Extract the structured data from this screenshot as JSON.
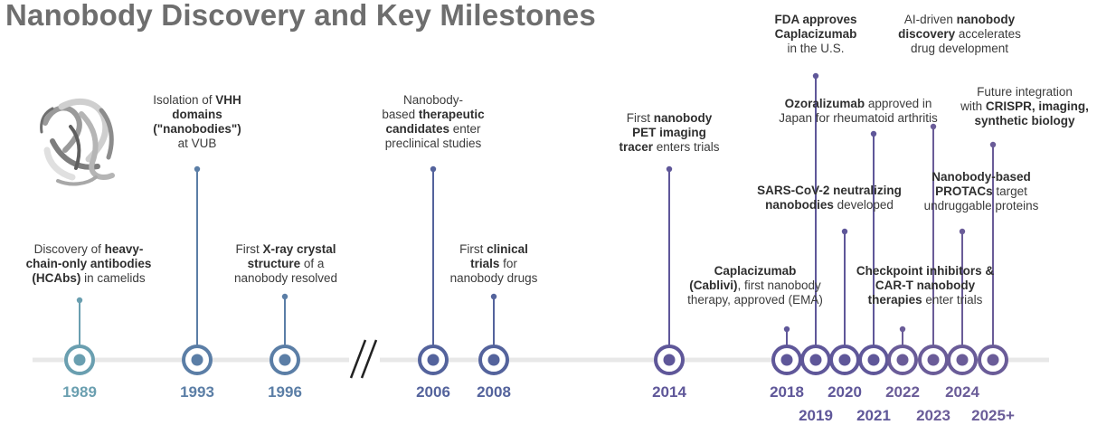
{
  "title": "Nanobody Discovery and Key Milestones",
  "colors": {
    "axis": "#e8e8e8",
    "teal": "#6a9fb0",
    "blue": "#5b7ea6",
    "indigo": "#54639c",
    "purple": "#5f5799",
    "violet": "#6a5c98",
    "title": "#6e6e6e"
  },
  "icons": [
    "nanobody-structure-illustration",
    "timeline-break-icon"
  ],
  "milestones": [
    {
      "year": "1989",
      "parts": [
        [
          "Discovery of ",
          false
        ],
        [
          "heavy-",
          true
        ],
        [
          "\n",
          false
        ],
        [
          "chain-only antibodies",
          true
        ],
        [
          "\n",
          false
        ],
        [
          "(HCAbs)",
          true
        ],
        [
          " in camelids",
          false
        ]
      ]
    },
    {
      "year": "1993",
      "parts": [
        [
          "Isolation of ",
          false
        ],
        [
          "VHH",
          true
        ],
        [
          "\n",
          false
        ],
        [
          "domains",
          true
        ],
        [
          "\n",
          false
        ],
        [
          "(\"nanobodies\")",
          true
        ],
        [
          "\n",
          false
        ],
        [
          "at VUB",
          false
        ]
      ]
    },
    {
      "year": "1996",
      "parts": [
        [
          "First ",
          false
        ],
        [
          "X-ray crystal",
          true
        ],
        [
          "\n",
          false
        ],
        [
          "structure",
          true
        ],
        [
          " of a",
          false
        ],
        [
          "\n",
          false
        ],
        [
          "nanobody resolved",
          false
        ]
      ]
    },
    {
      "year": "2006",
      "parts": [
        [
          "Nanobody-",
          false
        ],
        [
          "\n",
          false
        ],
        [
          "based ",
          false
        ],
        [
          "therapeutic",
          true
        ],
        [
          "\n",
          false
        ],
        [
          "candidates",
          true
        ],
        [
          " enter",
          false
        ],
        [
          "\n",
          false
        ],
        [
          "preclinical studies",
          false
        ]
      ]
    },
    {
      "year": "2008",
      "parts": [
        [
          "First ",
          false
        ],
        [
          "clinical",
          true
        ],
        [
          "\n",
          false
        ],
        [
          "trials",
          true
        ],
        [
          " for",
          false
        ],
        [
          "\n",
          false
        ],
        [
          "nanobody drugs",
          false
        ]
      ]
    },
    {
      "year": "2014",
      "parts": [
        [
          "First ",
          false
        ],
        [
          "nanobody",
          true
        ],
        [
          "\n",
          false
        ],
        [
          "PET imaging",
          true
        ],
        [
          "\n",
          false
        ],
        [
          "tracer",
          true
        ],
        [
          " enters trials",
          false
        ]
      ]
    },
    {
      "year": "2018",
      "parts": [
        [
          "Caplacizumab",
          true
        ],
        [
          "\n",
          false
        ],
        [
          "(Cablivi)",
          true
        ],
        [
          ", first nanobody",
          false
        ],
        [
          "\n",
          false
        ],
        [
          "therapy, approved (EMA)",
          false
        ]
      ]
    },
    {
      "year": "2019",
      "parts": [
        [
          "FDA approves",
          true
        ],
        [
          "\n",
          false
        ],
        [
          "Caplacizumab",
          true
        ],
        [
          "\n",
          false
        ],
        [
          "in the U.S.",
          false
        ]
      ]
    },
    {
      "year": "2020",
      "parts": [
        [
          "SARS-CoV-2 neutralizing",
          true
        ],
        [
          "\n",
          false
        ],
        [
          "nanobodies",
          true
        ],
        [
          " developed",
          false
        ]
      ]
    },
    {
      "year": "2021",
      "parts": [
        [
          "Ozoralizumab",
          true
        ],
        [
          " approved in",
          false
        ],
        [
          "\n",
          false
        ],
        [
          "Japan for rheumatoid arthritis",
          false
        ]
      ]
    },
    {
      "year": "2022",
      "parts": [
        [
          "Checkpoint inhibitors &",
          true
        ],
        [
          "\n",
          false
        ],
        [
          "CAR-T nanobody",
          true
        ],
        [
          "\n",
          false
        ],
        [
          "therapies",
          true
        ],
        [
          " enter trials",
          false
        ]
      ]
    },
    {
      "year": "2023",
      "parts": [
        [
          "AI-driven ",
          false
        ],
        [
          "nanobody",
          true
        ],
        [
          "\n",
          false
        ],
        [
          "discovery",
          true
        ],
        [
          " accelerates",
          false
        ],
        [
          "\n",
          false
        ],
        [
          "drug development",
          false
        ]
      ]
    },
    {
      "year": "2024",
      "parts": [
        [
          "Nanobody-based",
          true
        ],
        [
          "\n",
          false
        ],
        [
          "PROTACs",
          true
        ],
        [
          " target",
          false
        ],
        [
          "\n",
          false
        ],
        [
          "undruggable proteins",
          false
        ]
      ]
    },
    {
      "year": "2025+",
      "parts": [
        [
          "Future integration",
          false
        ],
        [
          "\n",
          false
        ],
        [
          "with ",
          false
        ],
        [
          "CRISPR, imaging,",
          true
        ],
        [
          "\n",
          false
        ],
        [
          "synthetic biology",
          true
        ]
      ]
    }
  ]
}
